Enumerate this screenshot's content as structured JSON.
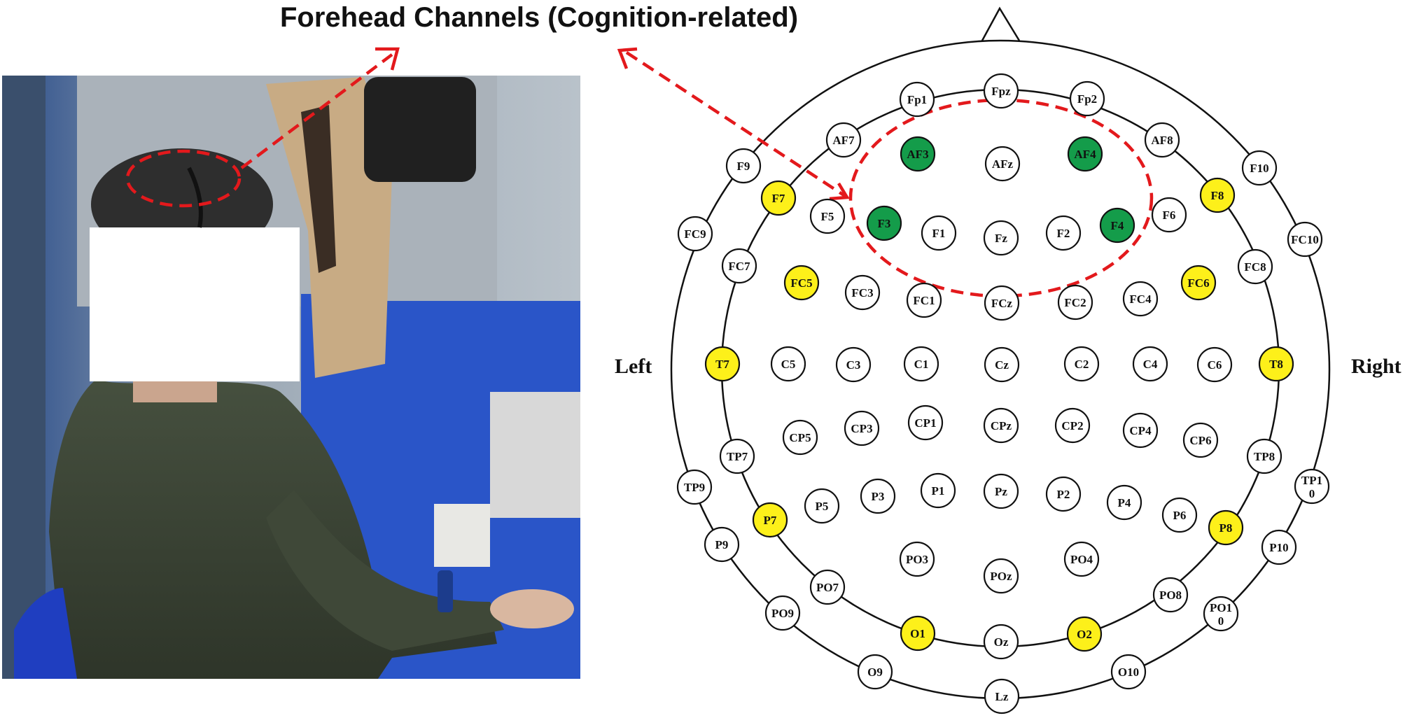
{
  "figure": {
    "title": "Forehead Channels (Cognition-related)",
    "left_label": "Left",
    "right_label": "Right"
  },
  "colors": {
    "cognition": "#149c4a",
    "highlight": "#fdf01a",
    "normal": "#ffffff",
    "annotation": "#e3191c"
  },
  "photo": {
    "description_icon": "participant-wearing-eeg-headset-photo",
    "face_redacted": true
  },
  "electrodes": [
    {
      "label": "Fpz",
      "group": "normal"
    },
    {
      "label": "Fp1",
      "group": "normal"
    },
    {
      "label": "Fp2",
      "group": "normal"
    },
    {
      "label": "AF7",
      "group": "normal"
    },
    {
      "label": "AF3",
      "group": "cognition"
    },
    {
      "label": "AFz",
      "group": "normal"
    },
    {
      "label": "AF4",
      "group": "cognition"
    },
    {
      "label": "AF8",
      "group": "normal"
    },
    {
      "label": "F9",
      "group": "normal"
    },
    {
      "label": "F7",
      "group": "highlight"
    },
    {
      "label": "F5",
      "group": "normal"
    },
    {
      "label": "F3",
      "group": "cognition"
    },
    {
      "label": "F1",
      "group": "normal"
    },
    {
      "label": "Fz",
      "group": "normal"
    },
    {
      "label": "F2",
      "group": "normal"
    },
    {
      "label": "F4",
      "group": "cognition"
    },
    {
      "label": "F6",
      "group": "normal"
    },
    {
      "label": "F8",
      "group": "highlight"
    },
    {
      "label": "F10",
      "group": "normal"
    },
    {
      "label": "FC9",
      "group": "normal"
    },
    {
      "label": "FC7",
      "group": "normal"
    },
    {
      "label": "FC5",
      "group": "highlight"
    },
    {
      "label": "FC3",
      "group": "normal"
    },
    {
      "label": "FC1",
      "group": "normal"
    },
    {
      "label": "FCz",
      "group": "normal"
    },
    {
      "label": "FC2",
      "group": "normal"
    },
    {
      "label": "FC4",
      "group": "normal"
    },
    {
      "label": "FC6",
      "group": "highlight"
    },
    {
      "label": "FC8",
      "group": "normal"
    },
    {
      "label": "FC10",
      "group": "normal"
    },
    {
      "label": "T7",
      "group": "highlight"
    },
    {
      "label": "C5",
      "group": "normal"
    },
    {
      "label": "C3",
      "group": "normal"
    },
    {
      "label": "C1",
      "group": "normal"
    },
    {
      "label": "Cz",
      "group": "normal"
    },
    {
      "label": "C2",
      "group": "normal"
    },
    {
      "label": "C4",
      "group": "normal"
    },
    {
      "label": "C6",
      "group": "normal"
    },
    {
      "label": "T8",
      "group": "highlight"
    },
    {
      "label": "CP5",
      "group": "normal"
    },
    {
      "label": "CP3",
      "group": "normal"
    },
    {
      "label": "CP1",
      "group": "normal"
    },
    {
      "label": "CPz",
      "group": "normal"
    },
    {
      "label": "CP2",
      "group": "normal"
    },
    {
      "label": "CP4",
      "group": "normal"
    },
    {
      "label": "CP6",
      "group": "normal"
    },
    {
      "label": "TP7",
      "group": "normal"
    },
    {
      "label": "TP8",
      "group": "normal"
    },
    {
      "label": "TP9",
      "group": "normal"
    },
    {
      "label": "TP10",
      "group": "normal"
    },
    {
      "label": "P7",
      "group": "highlight"
    },
    {
      "label": "P5",
      "group": "normal"
    },
    {
      "label": "P3",
      "group": "normal"
    },
    {
      "label": "P1",
      "group": "normal"
    },
    {
      "label": "Pz",
      "group": "normal"
    },
    {
      "label": "P2",
      "group": "normal"
    },
    {
      "label": "P4",
      "group": "normal"
    },
    {
      "label": "P6",
      "group": "normal"
    },
    {
      "label": "P8",
      "group": "highlight"
    },
    {
      "label": "P9",
      "group": "normal"
    },
    {
      "label": "P10",
      "group": "normal"
    },
    {
      "label": "PO3",
      "group": "normal"
    },
    {
      "label": "POz",
      "group": "normal"
    },
    {
      "label": "PO4",
      "group": "normal"
    },
    {
      "label": "PO7",
      "group": "normal"
    },
    {
      "label": "PO8",
      "group": "normal"
    },
    {
      "label": "PO9",
      "group": "normal"
    },
    {
      "label": "PO10",
      "group": "normal"
    },
    {
      "label": "O1",
      "group": "highlight"
    },
    {
      "label": "Oz",
      "group": "normal"
    },
    {
      "label": "O2",
      "group": "highlight"
    },
    {
      "label": "O9",
      "group": "normal"
    },
    {
      "label": "O10",
      "group": "normal"
    },
    {
      "label": "Lz",
      "group": "normal"
    }
  ]
}
